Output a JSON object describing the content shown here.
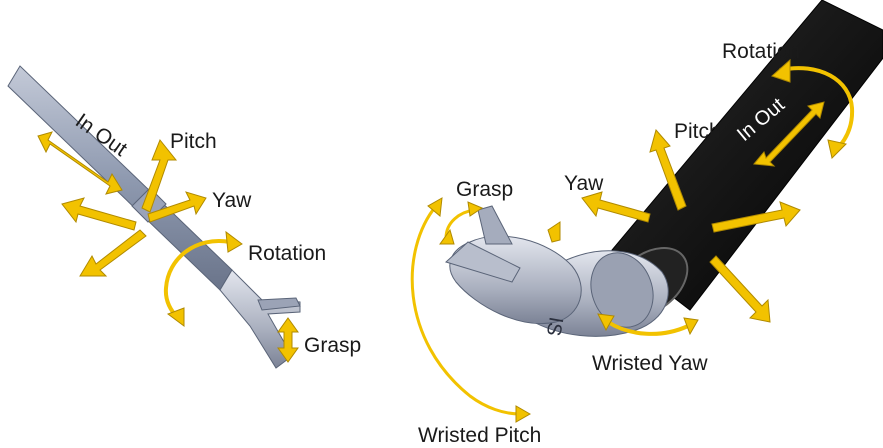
{
  "left_instrument": {
    "labels": {
      "in_out": "In Out",
      "pitch": "Pitch",
      "yaw": "Yaw",
      "rotation": "Rotation",
      "grasp": "Grasp"
    }
  },
  "right_instrument": {
    "labels": {
      "rotation": "Rotation",
      "in_out": "In Out",
      "pitch": "Pitch",
      "yaw": "Yaw",
      "grasp": "Grasp",
      "wrist_mark": "IS",
      "wristed_yaw": "Wristed Yaw",
      "wristed_pitch": "Wristed Pitch"
    }
  },
  "colors": {
    "arrow": "#f2c200",
    "shaft_left": "#8f9ab0",
    "shaft_right": "#1c1c1c",
    "metal": "#b7bcc8"
  }
}
